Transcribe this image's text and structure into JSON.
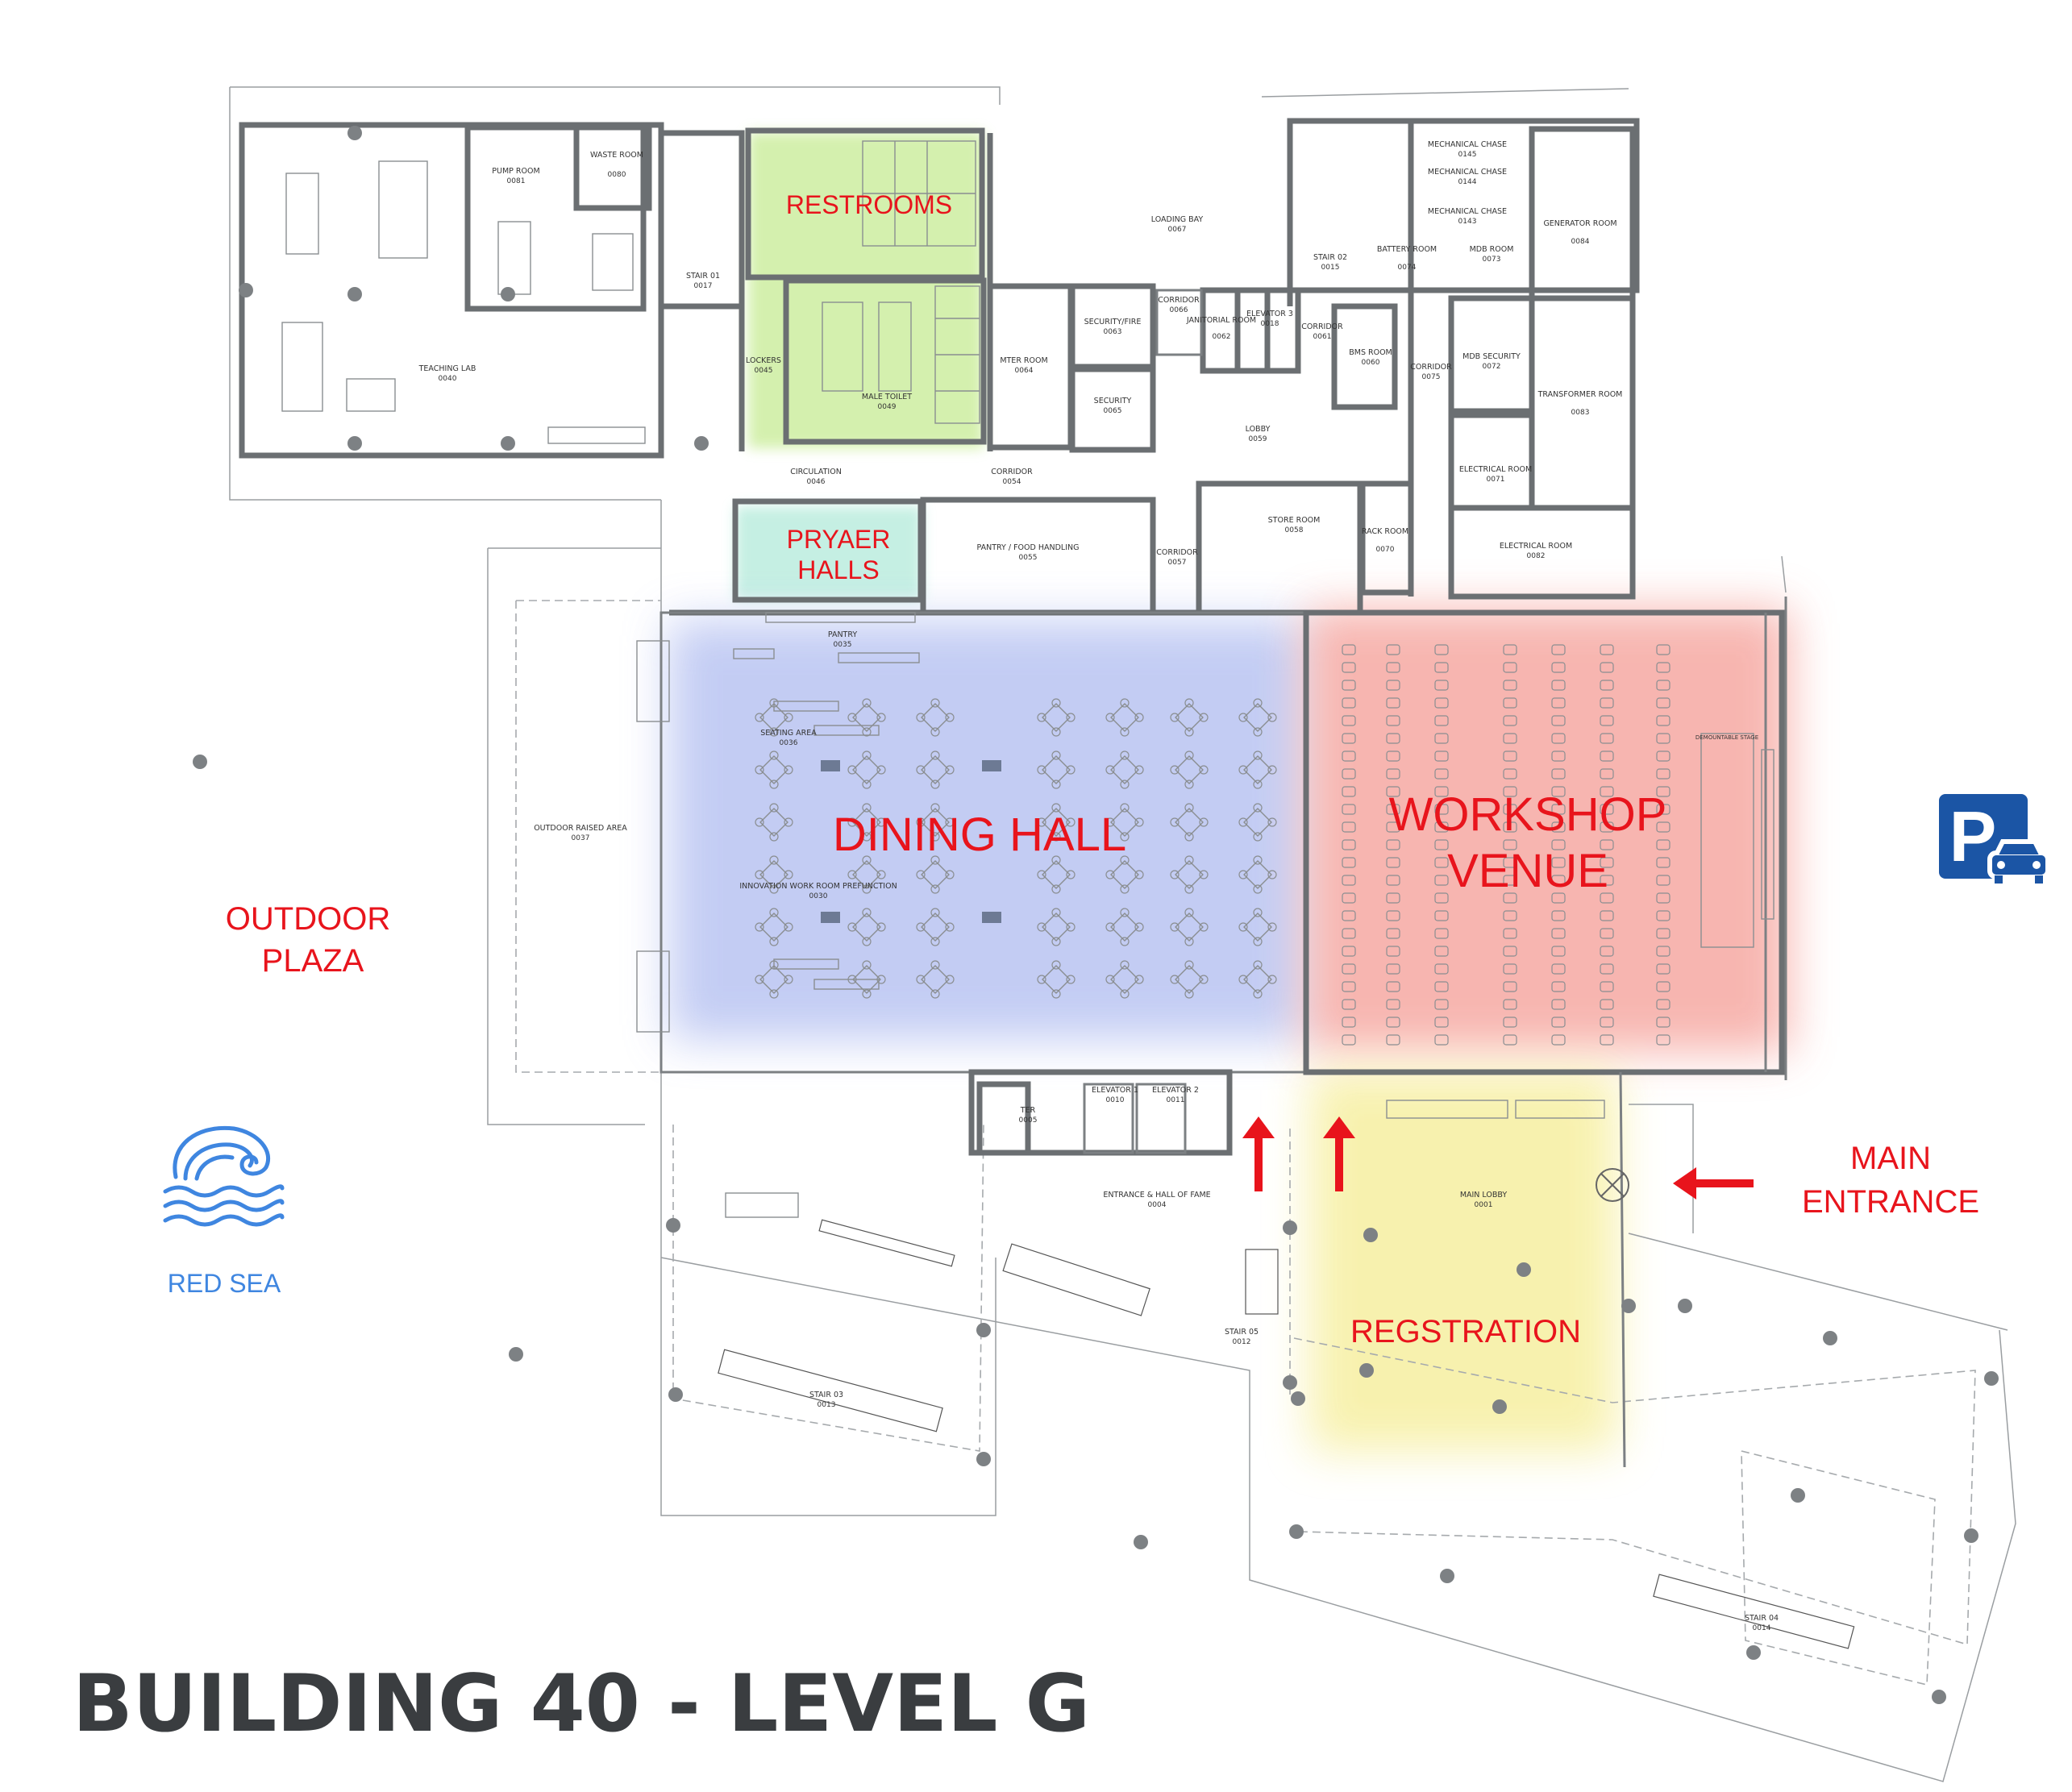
{
  "title": "BUILDING 40 - LEVEL G",
  "zones": {
    "restrooms": "RESTROOMS",
    "prayer_halls_line1": "PRYAER",
    "prayer_halls_line2": "HALLS",
    "dining_hall": "DINING HALL",
    "workshop_venue_line1": "WORKSHOP",
    "workshop_venue_line2": "VENUE",
    "outdoor_plaza_line1": "OUTDOOR",
    "outdoor_plaza_line2": "PLAZA",
    "main_entrance_line1": "MAIN",
    "main_entrance_line2": "ENTRANCE",
    "registration": "REGSTRATION",
    "red_sea": "RED SEA"
  },
  "colors": {
    "zone_text_red": "#e8141c",
    "red_sea_text": "#3f86e0",
    "restrooms_fill": "#cdeea0",
    "prayer_fill": "#bfeee0",
    "dining_fill": "#b9c4f2",
    "workshop_fill": "#f6a9a3",
    "registration_fill": "#f7f0a6",
    "parking_blue": "#1b55a5",
    "title_gray": "#3a3d40"
  },
  "icons": {
    "parking": "parking-car-icon",
    "sea": "sea-wave-icon",
    "entrance_arrows": "arrow-icon"
  },
  "rooms": [
    {
      "key": "teaching_lab",
      "name": "TEACHING LAB",
      "num": "0040"
    },
    {
      "key": "pump_room",
      "name": "PUMP ROOM",
      "num": "0081"
    },
    {
      "key": "waste_room",
      "name": "WASTE ROOM",
      "num": "0080"
    },
    {
      "key": "stair01",
      "name": "STAIR 01",
      "num": "0017"
    },
    {
      "key": "lockers",
      "name": "LOCKERS",
      "num": "0045"
    },
    {
      "key": "male_toilet",
      "name": "MALE TOILET",
      "num": "0049"
    },
    {
      "key": "circulation",
      "name": "CIRCULATION",
      "num": "0046"
    },
    {
      "key": "mter_room",
      "name": "MTER ROOM",
      "num": "0064"
    },
    {
      "key": "security_fire",
      "name": "SECURITY/FIRE",
      "num": "0063"
    },
    {
      "key": "security",
      "name": "SECURITY",
      "num": "0065"
    },
    {
      "key": "corridor54",
      "name": "CORRIDOR",
      "num": "0054"
    },
    {
      "key": "loading_bay",
      "name": "LOADING BAY",
      "num": "0067"
    },
    {
      "key": "corridor66",
      "name": "CORRIDOR",
      "num": "0066"
    },
    {
      "key": "janitorial",
      "name": "JANITORIAL ROOM",
      "num": "0062"
    },
    {
      "key": "elevator3",
      "name": "ELEVATOR 3",
      "num": "0018"
    },
    {
      "key": "corridor61",
      "name": "CORRIDOR",
      "num": "0061"
    },
    {
      "key": "bms_room",
      "name": "BMS ROOM",
      "num": "0060"
    },
    {
      "key": "lobby59",
      "name": "LOBBY",
      "num": "0059"
    },
    {
      "key": "stair02",
      "name": "STAIR 02",
      "num": "0015"
    },
    {
      "key": "mech145",
      "name": "MECHANICAL CHASE",
      "num": "0145"
    },
    {
      "key": "mech144",
      "name": "MECHANICAL CHASE",
      "num": "0144"
    },
    {
      "key": "mech143",
      "name": "MECHANICAL CHASE",
      "num": "0143"
    },
    {
      "key": "battery",
      "name": "BATTERY ROOM",
      "num": "0074"
    },
    {
      "key": "mdb_room",
      "name": "MDB ROOM",
      "num": "0073"
    },
    {
      "key": "generator",
      "name": "GENERATOR ROOM",
      "num": "0084"
    },
    {
      "key": "mdb_security",
      "name": "MDB SECURITY",
      "num": "0072"
    },
    {
      "key": "corridor75",
      "name": "CORRIDOR",
      "num": "0075"
    },
    {
      "key": "transformer",
      "name": "TRANSFORMER ROOM",
      "num": "0083"
    },
    {
      "key": "electrical71",
      "name": "ELECTRICAL ROOM",
      "num": "0071"
    },
    {
      "key": "electrical82",
      "name": "ELECTRICAL ROOM",
      "num": "0082"
    },
    {
      "key": "pantry_food",
      "name": "PANTRY / FOOD HANDLING",
      "num": "0055"
    },
    {
      "key": "corridor57",
      "name": "CORRIDOR",
      "num": "0057"
    },
    {
      "key": "store_room",
      "name": "STORE ROOM",
      "num": "0058"
    },
    {
      "key": "rack_room",
      "name": "RACK ROOM",
      "num": "0070"
    },
    {
      "key": "pantry",
      "name": "PANTRY",
      "num": "0035"
    },
    {
      "key": "seating_area",
      "name": "SEATING AREA",
      "num": "0036"
    },
    {
      "key": "innovation",
      "name": "INNOVATION WORK ROOM PREFUNCTION",
      "num": "0030"
    },
    {
      "key": "outdoor_raised",
      "name": "OUTDOOR RAISED AREA",
      "num": "0037"
    },
    {
      "key": "demountable",
      "name": "DEMOUNTABLE STAGE",
      "num": ""
    },
    {
      "key": "ter",
      "name": "TER",
      "num": "0005"
    },
    {
      "key": "elevator1",
      "name": "ELEVATOR 1",
      "num": "0010"
    },
    {
      "key": "elevator2",
      "name": "ELEVATOR 2",
      "num": "0011"
    },
    {
      "key": "entrance_hall",
      "name": "ENTRANCE & HALL OF FAME",
      "num": "0004"
    },
    {
      "key": "main_lobby",
      "name": "MAIN LOBBY",
      "num": "0001"
    },
    {
      "key": "stair05",
      "name": "STAIR 05",
      "num": "0012"
    },
    {
      "key": "stair03",
      "name": "STAIR 03",
      "num": "0013"
    },
    {
      "key": "stair04",
      "name": "STAIR 04",
      "num": "0014"
    }
  ]
}
